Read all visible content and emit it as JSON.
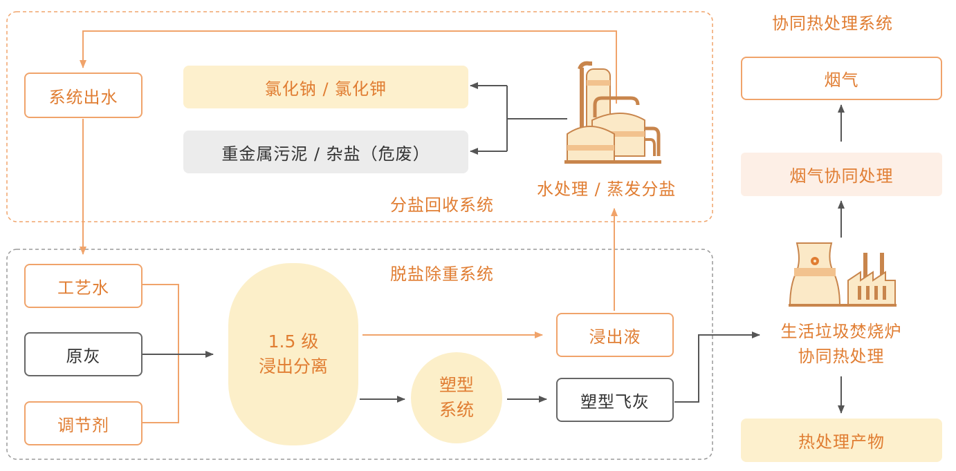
{
  "systems": {
    "salt_recovery": "分盐回收系统",
    "desalting": "脱盐除重系统",
    "co_processing": "协同热处理系统"
  },
  "nodes": {
    "system_outlet_water": "系统出水",
    "nacl_kcl": "氯化钠 / 氯化钾",
    "heavy_metal_sludge": "重金属污泥 / 杂盐（危废）",
    "water_treatment": "水处理 / 蒸发分盐",
    "process_water": "工艺水",
    "raw_ash": "原灰",
    "regulator": "调节剂",
    "leach_separation_line1": "1.5 级",
    "leach_separation_line2": "浸出分离",
    "leachate": "浸出液",
    "molding_system_line1": "塑型",
    "molding_system_line2": "系统",
    "molded_fly_ash": "塑型飞灰",
    "flue_gas": "烟气",
    "flue_gas_co_treatment": "烟气协同处理",
    "incinerator_line1": "生活垃圾焚烧炉",
    "incinerator_line2": "协同热处理",
    "heat_products": "热处理产物"
  },
  "icons": {
    "evaporator": "evaporator-plant-icon",
    "incinerator": "incinerator-plant-icon"
  },
  "colors": {
    "accent": "#e07d32",
    "border_orange": "#f0a36a",
    "cream": "#fdf0cd",
    "grey_text": "#333333"
  }
}
